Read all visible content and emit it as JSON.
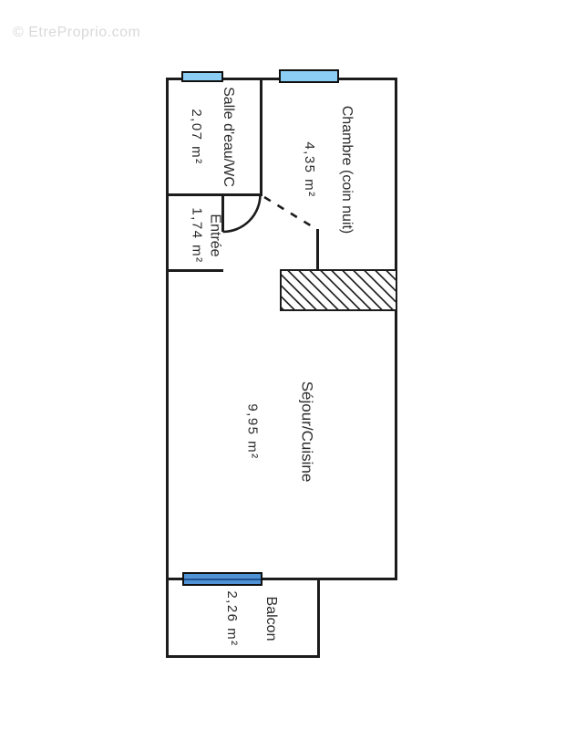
{
  "watermark": "© EtreProprio.com",
  "plan": {
    "type": "apartment-floor-plan",
    "rooms": [
      {
        "name": "Salle d'eau/WC",
        "area": "2,07 m²"
      },
      {
        "name": "Chambre (coin nuit)",
        "area": "4,35 m²"
      },
      {
        "name": "Entrée",
        "area": "1,74 m²"
      },
      {
        "name": "Séjour/Cuisine",
        "area": "9,95 m²"
      },
      {
        "name": "Balcon",
        "area": "2,26 m²"
      }
    ]
  },
  "colors": {
    "wall": "#1c1c1c",
    "window": "#8ccdf4",
    "door-window": "#4f93d6",
    "text": "#2b2b2b",
    "watermark": "#d9d9d9",
    "bg": "#ffffff"
  }
}
